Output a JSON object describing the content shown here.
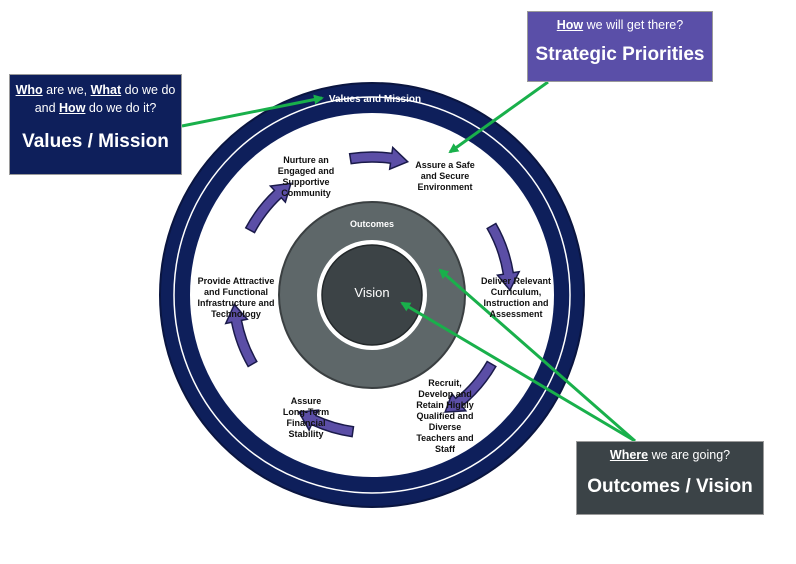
{
  "callouts": {
    "values": {
      "q1": "Who",
      "q2": " are we, ",
      "q3": "What",
      "q4": " do we do and ",
      "q5": "How",
      "q6": " do we do it?",
      "title": "Values / Mission"
    },
    "strategy": {
      "q1": "How",
      "q2": " we will get there?",
      "title": "Strategic Priorities"
    },
    "outcomes": {
      "q1": "Where",
      "q2": " we are going?",
      "title": "Outcomes / Vision"
    }
  },
  "rings": {
    "outer_label": "Values and Mission",
    "middle_label": "Outcomes",
    "center_label": "Vision"
  },
  "priorities": [
    "Nurture an Engaged and Supportive Community",
    "Assure a Safe and Secure Environment",
    "Deliver Relevant Curriculum, Instruction and Assessment",
    "Recruit, Develop and Retain Highly Qualified and Diverse Teachers and Staff",
    "Assure Long-Term Financial Stability",
    "Provide Attractive and Functional Infrastructure and Technology"
  ],
  "colors": {
    "navy": "#0e1f5b",
    "purple": "#5a4fa8",
    "slate": "#3b4347",
    "outcome_gray": "#5e6769",
    "vision_dark": "#3c4346",
    "arrow_green": "#19b04b",
    "arrow_fill": "#5b4ea6"
  }
}
